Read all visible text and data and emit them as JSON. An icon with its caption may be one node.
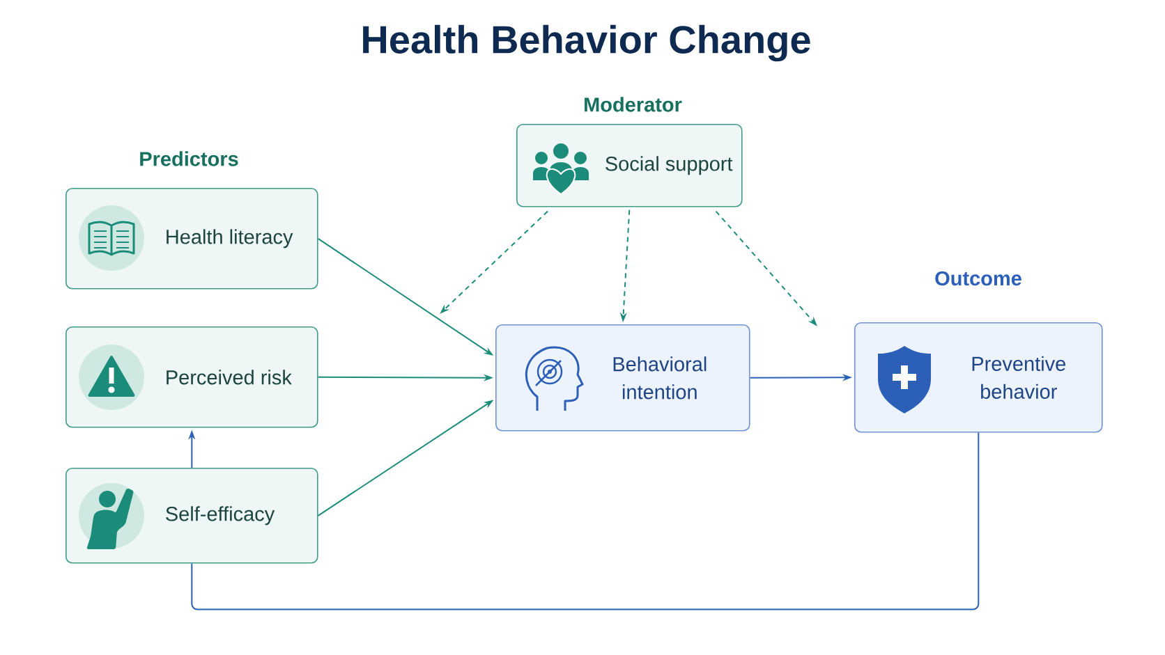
{
  "diagram": {
    "title": "Health Behavior Change",
    "nodes": [
      {
        "text": [
          "Health literacy"
        ]
      },
      {
        "text": [
          "Perceived risk"
        ]
      },
      {
        "text": [
          "Self-efficacy"
        ]
      },
      {
        "text": [
          "Social support"
        ]
      },
      {
        "text": [
          "Behavioral intention"
        ]
      },
      {
        "text": [
          "Preventive behavior"
        ]
      }
    ],
    "edges": [
      {
        "from": 0,
        "to": 4,
        "arrow": "to"
      },
      {
        "from": 1,
        "to": 4,
        "arrow": "to"
      },
      {
        "from": 2,
        "to": 4,
        "arrow": "to"
      },
      {
        "from": 2,
        "to": 1,
        "arrow": "to",
        "color": "#2b5fb8"
      },
      {
        "from": 3,
        "to": null,
        "arrow": "to",
        "style": "dashed"
      },
      {
        "from": 3,
        "to": 4,
        "arrow": "to",
        "style": "dashed"
      },
      {
        "from": 3,
        "to": null,
        "arrow": "to",
        "style": "dashed"
      },
      {
        "from": 4,
        "to": 5,
        "arrow": "to",
        "color": "#2b5fb8"
      },
      {
        "from": 5,
        "to": 2,
        "arrow": "none",
        "color": "#2b5fb8"
      }
    ],
    "labels": [
      "Predictors",
      "Moderator",
      "Outcome"
    ]
  }
}
